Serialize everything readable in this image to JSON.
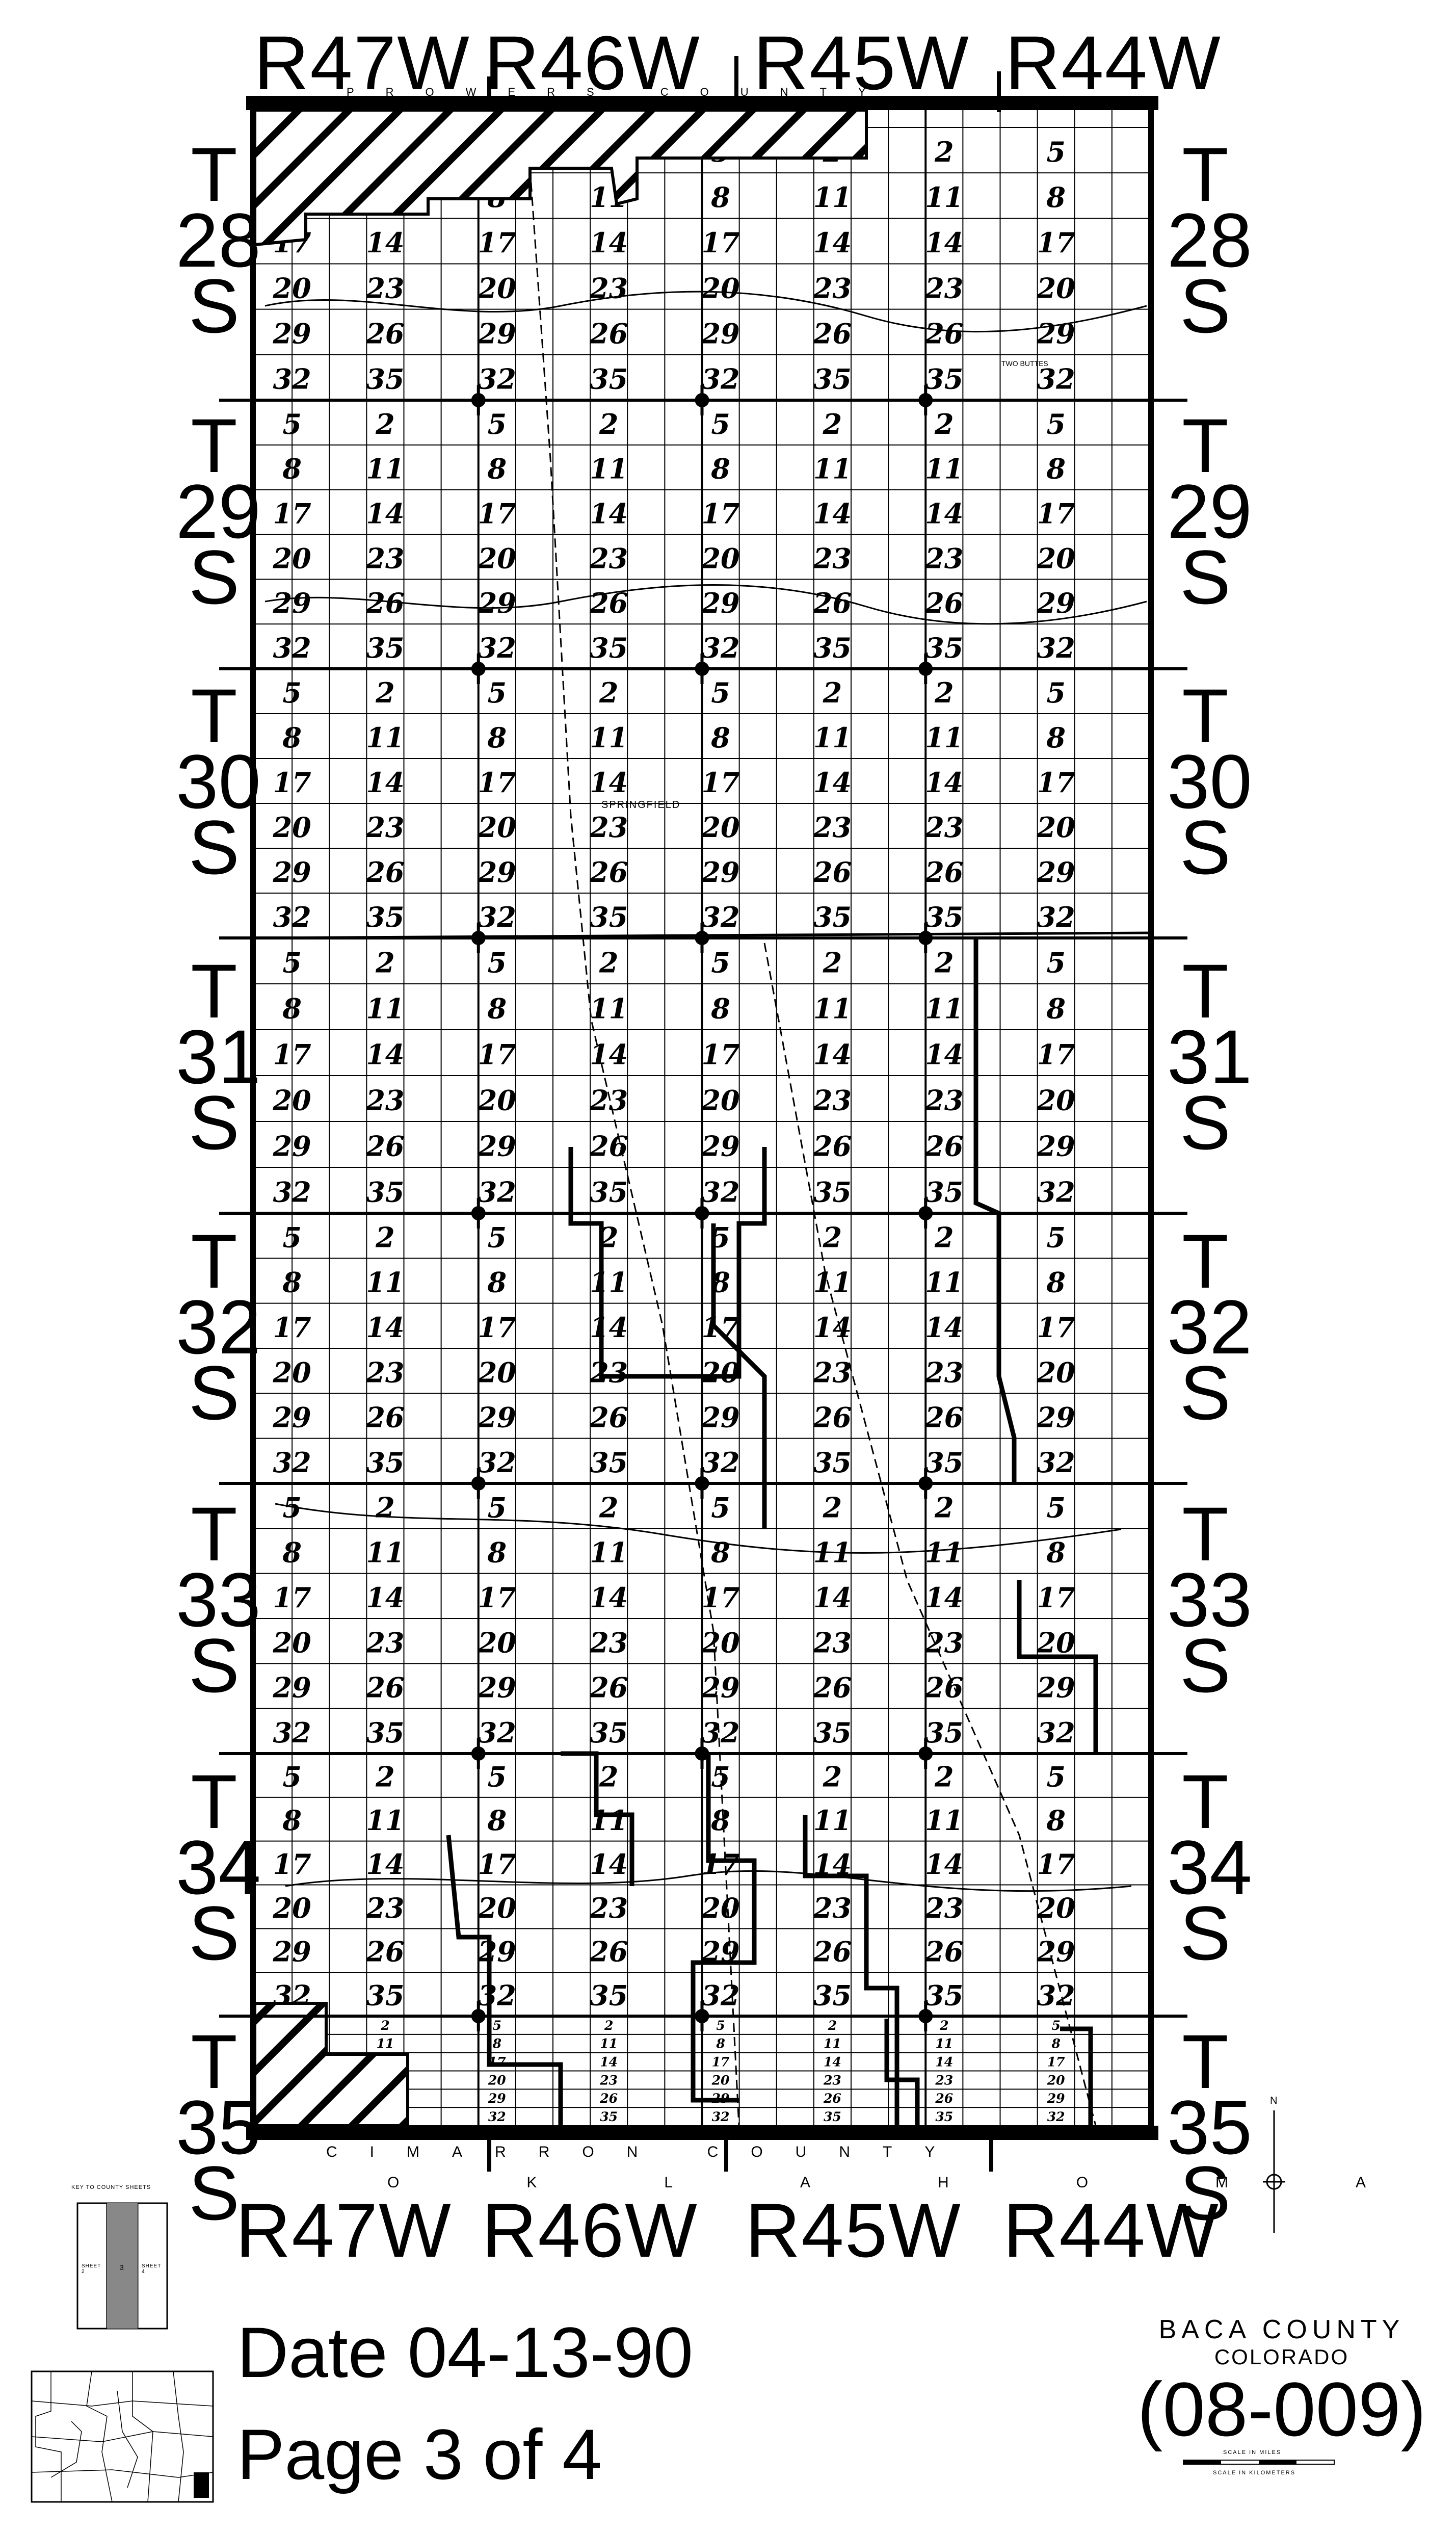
{
  "ranges_top": [
    "R47W",
    "R46W",
    "R45W",
    "R44W"
  ],
  "ranges_bottom": [
    "R47W",
    "R46W",
    "R45W",
    "R44W"
  ],
  "top_county": "PROWERS COUNTY",
  "bottom_county": "CIMARRON COUNTY",
  "bottom_state": "OKLAHOMA",
  "townships": [
    {
      "t": "T",
      "n": "28",
      "s": "S"
    },
    {
      "t": "T",
      "n": "29",
      "s": "S"
    },
    {
      "t": "T",
      "n": "30",
      "s": "S"
    },
    {
      "t": "T",
      "n": "31",
      "s": "S"
    },
    {
      "t": "T",
      "n": "32",
      "s": "S"
    },
    {
      "t": "T",
      "n": "33",
      "s": "S"
    },
    {
      "t": "T",
      "n": "34",
      "s": "S"
    },
    {
      "t": "T",
      "n": "35",
      "s": "S"
    }
  ],
  "section_rows": [
    "5",
    "8",
    "17",
    "20",
    "29",
    "32"
  ],
  "section_rows_alt": [
    "2",
    "11",
    "14",
    "23",
    "26",
    "35"
  ],
  "place_labels": [
    "SPRINGFIELD",
    "TWO BUTTES"
  ],
  "key_label": "KEY TO COUNTY SHEETS",
  "key_sheet_left": "SHEET 2",
  "key_sheet_mid": "3",
  "key_sheet_right": "SHEET 4",
  "date_text": "Date 04-13-90",
  "page_text": "Page 3 of 4",
  "county_title": "BACA COUNTY",
  "state_title": "COLORADO",
  "county_code": "(08-009)",
  "scale_miles": "SCALE IN MILES",
  "scale_km": "SCALE IN KILOMETERS",
  "north_letter": "N"
}
